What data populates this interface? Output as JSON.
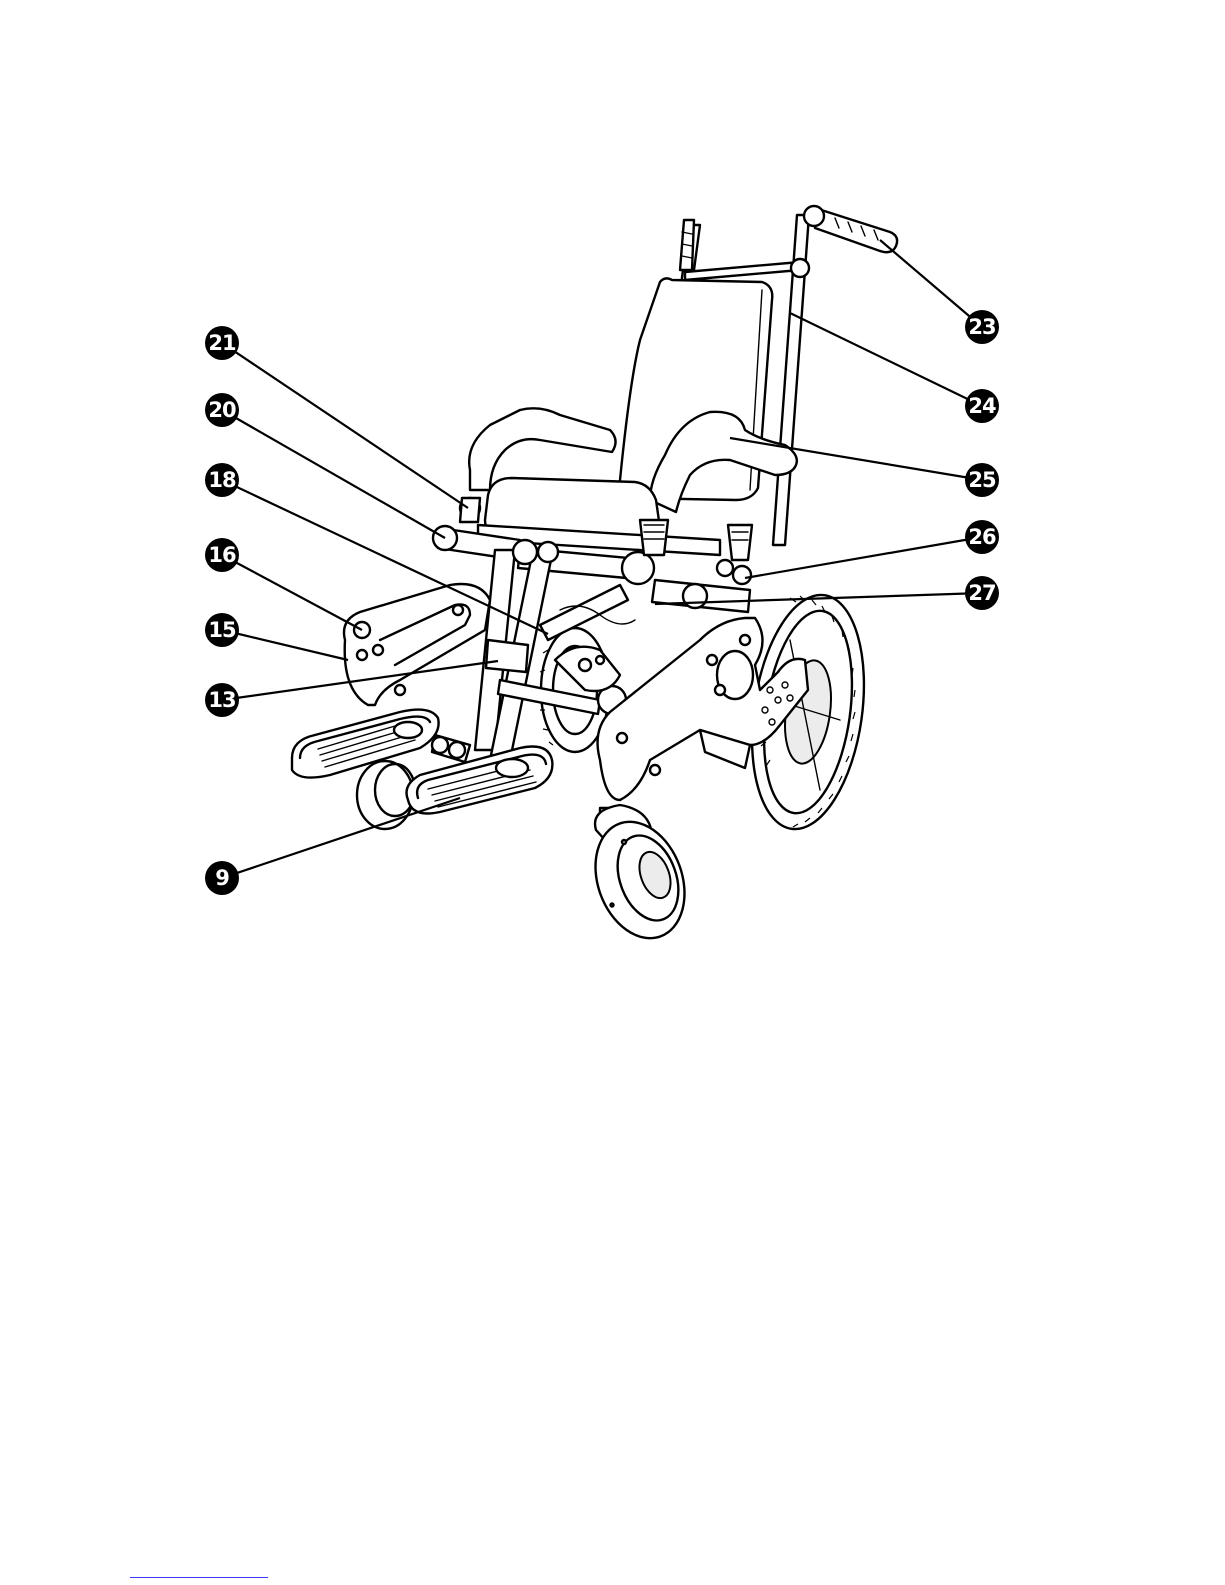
{
  "callouts": [
    {
      "id": "c21",
      "label": "21"
    },
    {
      "id": "c20",
      "label": "20"
    },
    {
      "id": "c18",
      "label": "18"
    },
    {
      "id": "c16",
      "label": "16"
    },
    {
      "id": "c15",
      "label": "15"
    },
    {
      "id": "c13",
      "label": "13"
    },
    {
      "id": "c9",
      "label": "9"
    },
    {
      "id": "c23",
      "label": "23"
    },
    {
      "id": "c24",
      "label": "24"
    },
    {
      "id": "c25",
      "label": "25"
    },
    {
      "id": "c26",
      "label": "26"
    },
    {
      "id": "c27",
      "label": "27"
    }
  ]
}
